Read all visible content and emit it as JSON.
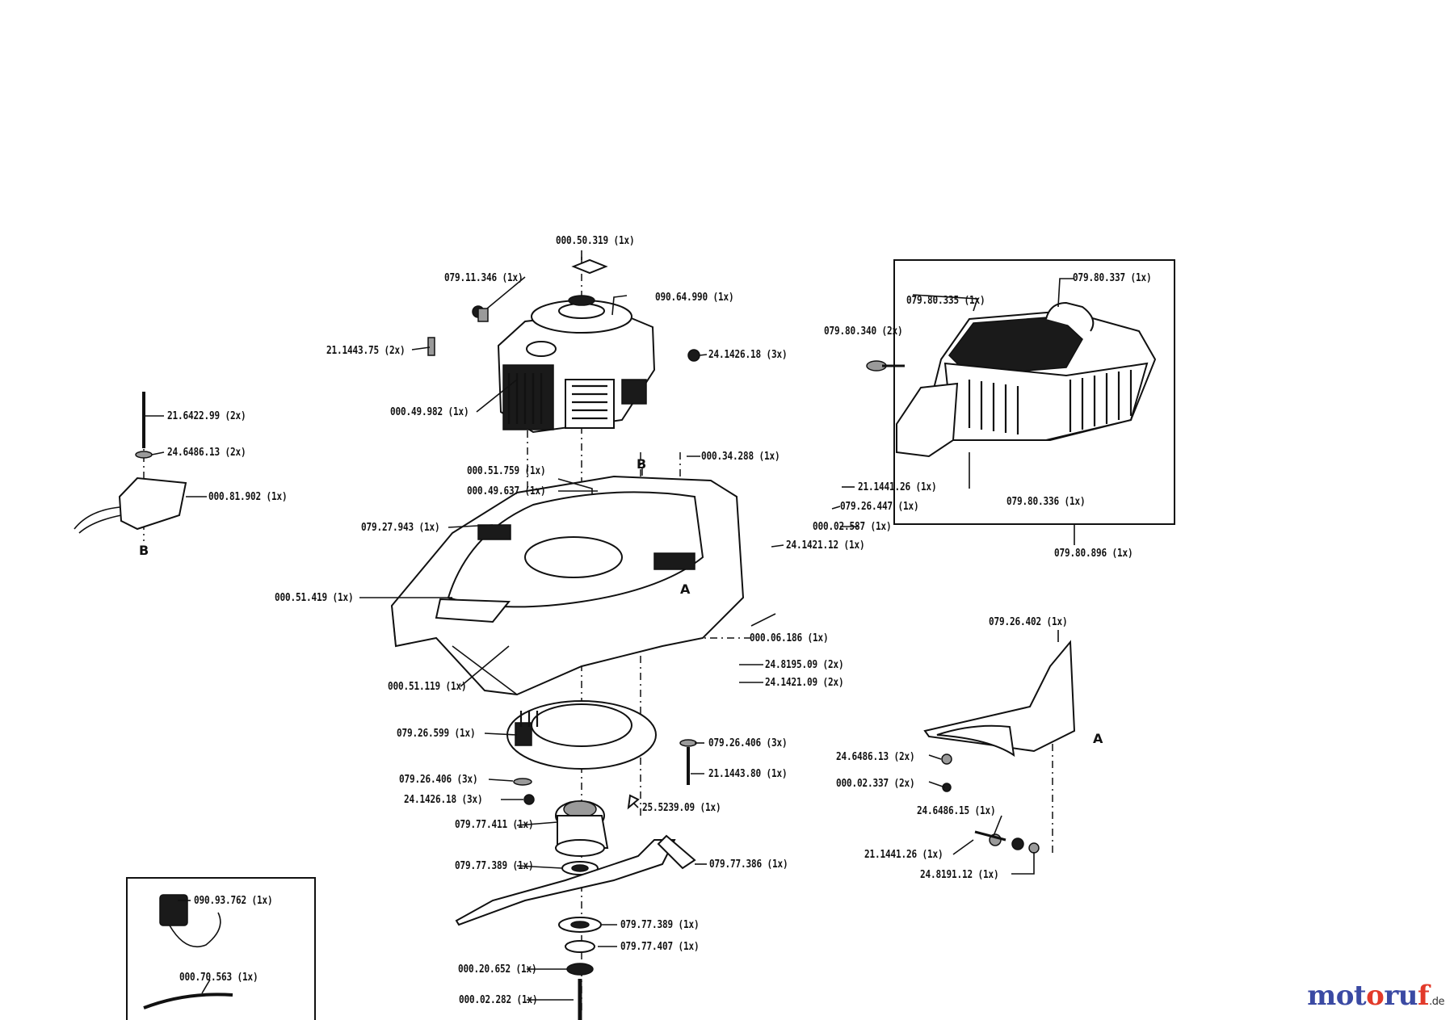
{
  "labels": {
    "engine_top": "000.50.319 (1x)",
    "screw_top": "079.11.346 (1x)",
    "engine_cover": "090.64.990 (1x)",
    "bolt_left": "21.1443.75 (2x)",
    "nut_right": "24.1426.18 (3x)",
    "engine": "000.49.982 (1x)",
    "bracket_bolt": "21.6422.99 (2x)",
    "bracket_washer": "24.6486.13 (2x)",
    "bracket_box": "000.81.902 (1x)",
    "deck_cap": "000.34.288 (1x)",
    "cable": "000.51.759 (1x)",
    "deck_plate": "000.49.637 (1x)",
    "deck_panel": "079.27.943 (1x)",
    "deck_main": "000.51.419 (1x)",
    "deck_lower": "000.51.119 (1x)",
    "catcher_bolt": "21.1441.26 (1x)",
    "catcher_spacer": "079.26.447 (1x)",
    "catcher_washer": "000.02.587 (1x)",
    "catcher_nut": "24.1421.12 (1x)",
    "axle_cap": "000.06.186 (1x)",
    "axle_washer": "24.8195.09 (2x)",
    "axle_nut": "24.1421.09 (2x)",
    "catcher_top": "079.80.335 (1x)",
    "catcher_handle": "079.80.337 (1x)",
    "catcher_pin": "079.80.340 (2x)",
    "catcher_bag": "079.80.336 (1x)",
    "catcher_assy": "079.80.896 (1x)",
    "flap_assy": "079.26.402 (1x)",
    "flap_washer": "24.6486.13 (2x)",
    "flap_screw": "000.02.337 (2x)",
    "flap_washer2": "24.6486.15 (1x)",
    "flap_bolt": "21.1441.26 (1x)",
    "flap_nut": "24.8191.12 (1x)",
    "ring": "079.26.599 (1x)",
    "ring_washer_r": "079.26.406 (3x)",
    "ring_bolt": "21.1443.80 (1x)",
    "ring_washer_l": "079.26.406 (3x)",
    "ring_nut": "24.1426.18 (3x)",
    "key": "25.5239.09 (1x)",
    "hub": "079.77.411 (1x)",
    "blade_washer_top": "079.77.389 (1x)",
    "blade": "079.77.386 (1x)",
    "blade_washer_bot": "079.77.389 (1x)",
    "blade_adapter": "079.77.407 (1x)",
    "spring_washer": "000.20.652 (1x)",
    "blade_bolt": "000.02.282 (1x)",
    "charger": "090.93.762 (1x)",
    "charger_cable": "000.70.563 (1x)"
  },
  "markers": {
    "b_lower": "B",
    "b_upper": "B",
    "a_deck": "A",
    "a_flap": "A"
  },
  "brand": {
    "name": "motoruf",
    "suffix": ".de",
    "colors": [
      "#3b4aa3",
      "#e23a2a"
    ]
  }
}
